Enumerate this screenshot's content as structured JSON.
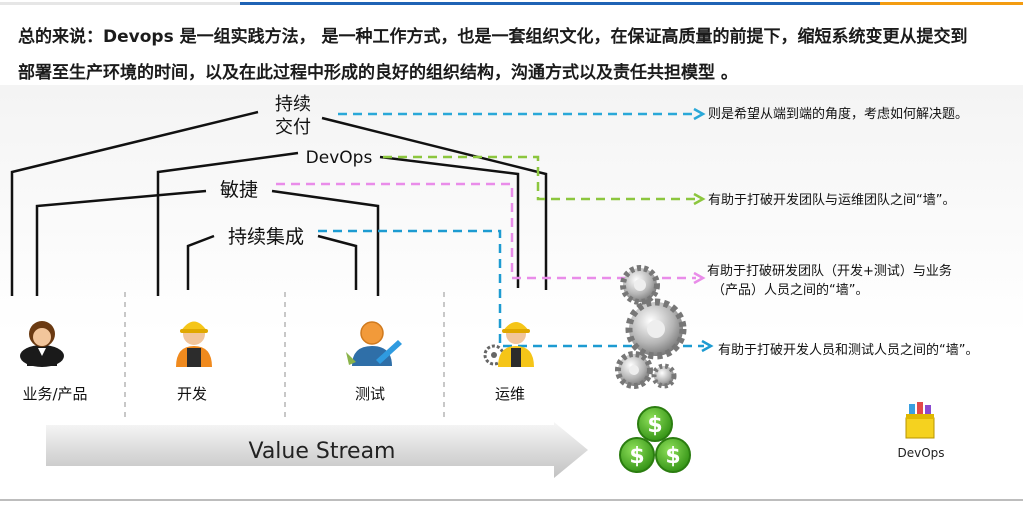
{
  "headline": {
    "line1": "总的来说：Devops 是一组实践方法， 是一种工作方式，也是一套组织文化，在保证高质量的前提下，缩短系统变更从提交到",
    "line2": "部署至生产环境的时间，以及在此过程中形成的良好的组织结构，沟通方式以及责任共担模型 。"
  },
  "brackets": {
    "cd_line1": "持续",
    "cd_line2": "交付",
    "devops": "DevOps",
    "agile": "敏捷",
    "ci": "持续集成"
  },
  "roles": [
    "业务/产品",
    "开发",
    "测试",
    "运维"
  ],
  "value_stream": "Value Stream",
  "notes": {
    "cd": "则是希望从端到端的角度，考虑如何解决题。",
    "devops": "有助于打破开发团队与运维团队之间“墙”。",
    "agile_line1": "有助于打破研发团队（开发+测试）与业务",
    "agile_line2": "（产品）人员之间的“墙”。",
    "ci": "有助于打破开发人员和测试人员之间的“墙”。"
  },
  "devops_icon_label": "DevOps",
  "icons": [
    "business-woman-icon",
    "developer-helmet-icon",
    "tester-icon",
    "operator-helmet-icon",
    "gears-icon",
    "dollar-coins-icon",
    "devops-toolbox-icon"
  ],
  "colors": {
    "cd": "#2aa8d8",
    "devops": "#8cc63e",
    "agile": "#e98ce9",
    "ci": "#1d9bd1",
    "top_blue": "#1f63b5",
    "top_orange": "#f39c12",
    "money_green": "#4caf1f"
  }
}
